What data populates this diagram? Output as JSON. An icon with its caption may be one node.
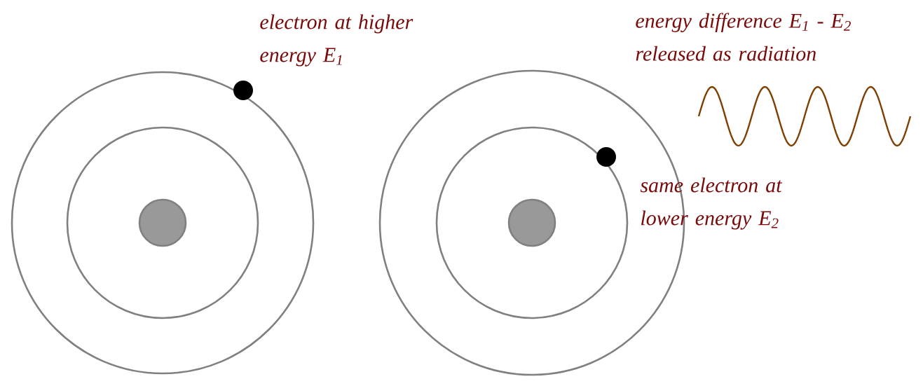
{
  "diagram": {
    "labels": [
      "electron at higher energy E$_{1}$",
      "energy difference E$_{1}$ - E$_{2}$ released as radiation",
      "same electron at lower energy E$_{2}$"
    ]
  }
}
